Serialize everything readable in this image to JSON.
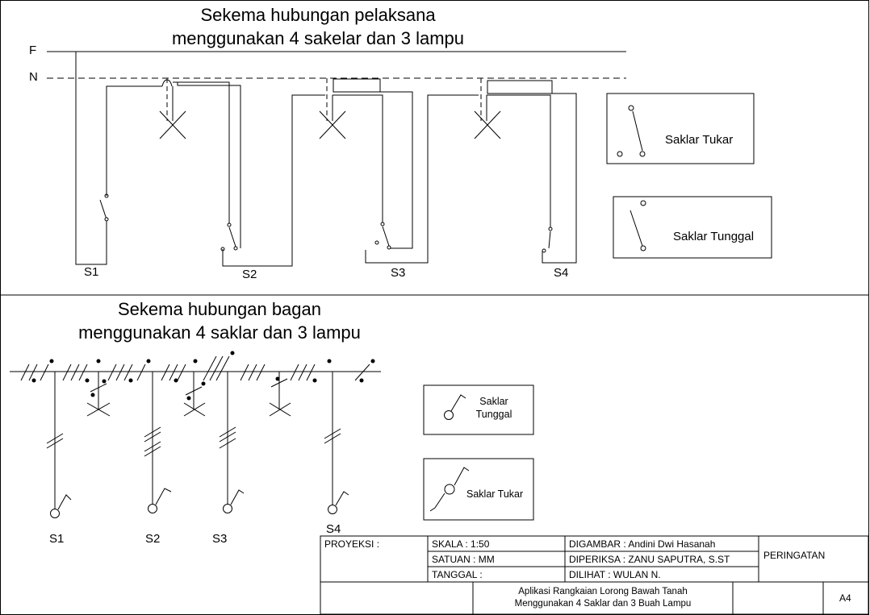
{
  "top_section": {
    "title_line1": "Sekema hubungan pelaksana",
    "title_line2": "menggunakan 4 sakelar dan 3 lampu",
    "line_f": "F",
    "line_n": "N",
    "switches": [
      "S1",
      "S2",
      "S3",
      "S4"
    ],
    "legend_changeover": "Saklar Tukar",
    "legend_single": "Saklar Tunggal"
  },
  "bottom_section": {
    "title_line1": "Sekema hubungan bagan",
    "title_line2": "menggunakan 4 saklar dan 3 lampu",
    "switches": [
      "S1",
      "S2",
      "S3",
      "S4"
    ],
    "legend_single_line1": "Saklar",
    "legend_single_line2": "Tunggal",
    "legend_changeover": "Saklar Tukar"
  },
  "title_block": {
    "proyeksi": "PROYEKSI :",
    "skala": "SKALA      : 1:50",
    "satuan": "SATUAN   : MM",
    "tanggal": "TANGGAL :",
    "digambar": "DIGAMBAR : Andini Dwi Hasanah",
    "diperiksa": "DIPERIKSA : ZANU SAPUTRA, S.ST",
    "dilihat": "DILIHAT      : WULAN N.",
    "peringatan": "PERINGATAN",
    "description_line1": "Aplikasi Rangkaian Lorong Bawah Tanah",
    "description_line2": "Menggunakan 4 Saklar dan 3 Buah Lampu",
    "paper_size": "A4"
  }
}
